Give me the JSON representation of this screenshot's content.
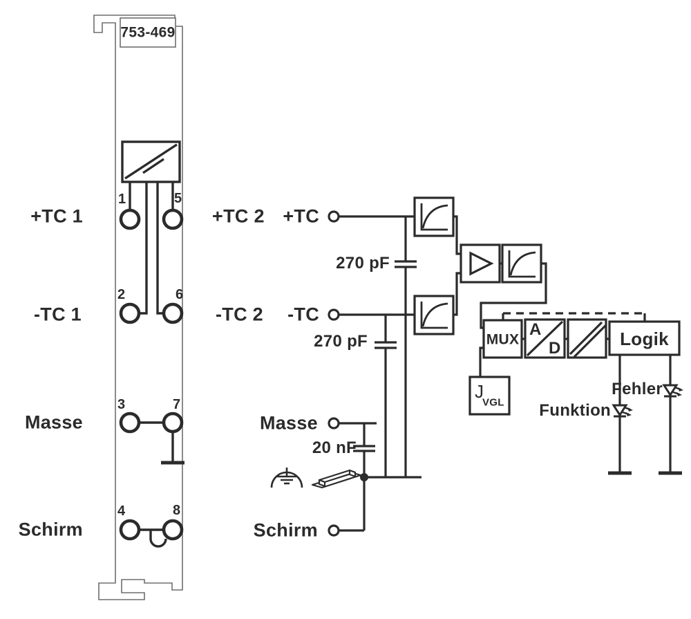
{
  "module": {
    "part_number": "753-469",
    "terminal_numbers": {
      "n1": "1",
      "n2": "2",
      "n3": "3",
      "n4": "4",
      "n5": "5",
      "n6": "6",
      "n7": "7",
      "n8": "8"
    }
  },
  "left_labels": {
    "plus_tc1": "+TC 1",
    "minus_tc1": "-TC 1",
    "masse": "Masse",
    "schirm": "Schirm"
  },
  "mid_labels": {
    "plus_tc2": "+TC 2",
    "minus_tc2": "-TC 2"
  },
  "signal_labels": {
    "plus_tc": "+TC",
    "minus_tc": "-TC",
    "masse": "Masse",
    "schirm": "Schirm"
  },
  "component_values": {
    "cap_plus": "270 pF",
    "cap_minus": "270 pF",
    "cap_masse": "20 nF"
  },
  "blocks": {
    "mux": "MUX",
    "ad_a": "A",
    "ad_d": "D",
    "logik": "Logik",
    "jvgl_main": "J",
    "jvgl_sub": "VGL"
  },
  "leds": {
    "funktion": "Funktion",
    "fehler": "Fehler"
  },
  "colors": {
    "line": "#2b2b2b",
    "outline": "#6e6e6e",
    "background": "#ffffff"
  }
}
